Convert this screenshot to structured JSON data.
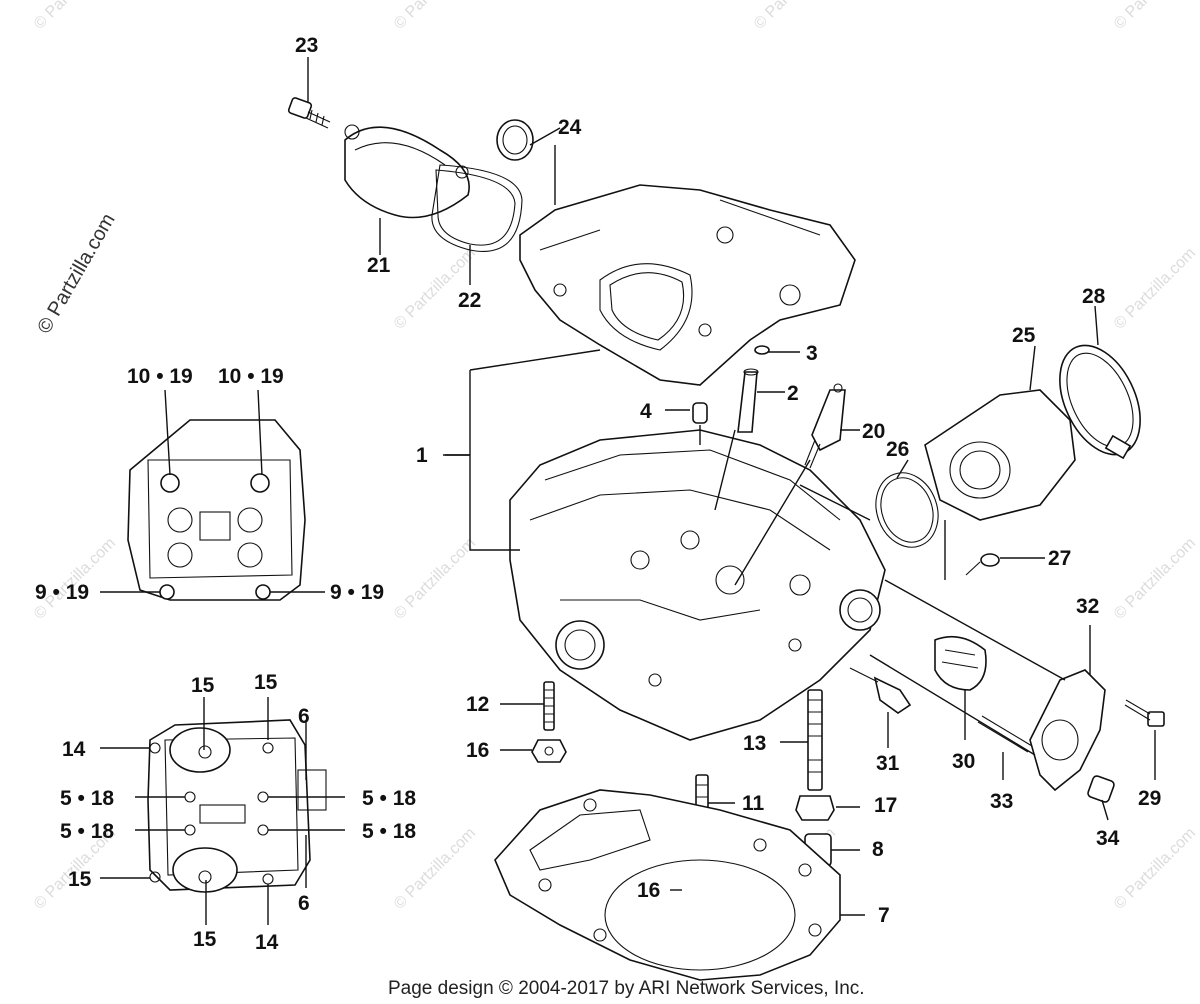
{
  "watermark": "© Partzilla.com",
  "footer": "Page design © 2004-2017 by ARI Network Services, Inc.",
  "callouts": {
    "c1": "1",
    "c2": "2",
    "c3": "3",
    "c4": "4",
    "c7": "7",
    "c8": "8",
    "c11": "11",
    "c12": "12",
    "c13": "13",
    "c16a": "16",
    "c16b": "16",
    "c17": "17",
    "c20": "20",
    "c21": "21",
    "c22": "22",
    "c23": "23",
    "c24": "24",
    "c25": "25",
    "c26": "26",
    "c27": "27",
    "c28": "28",
    "c29": "29",
    "c30": "30",
    "c31": "31",
    "c32": "32",
    "c33": "33",
    "c34": "34",
    "c10_19a": "10 • 19",
    "c10_19b": "10 • 19",
    "c9_19a": "9 • 19",
    "c9_19b": "9 • 19",
    "c15a": "15",
    "c15b": "15",
    "c15c": "15",
    "c15d": "15",
    "c14a": "14",
    "c14b": "14",
    "c6a": "6",
    "c6b": "6",
    "c5_18a": "5 • 18",
    "c5_18b": "5 • 18",
    "c5_18c": "5 • 18",
    "c5_18d": "5 • 18"
  }
}
